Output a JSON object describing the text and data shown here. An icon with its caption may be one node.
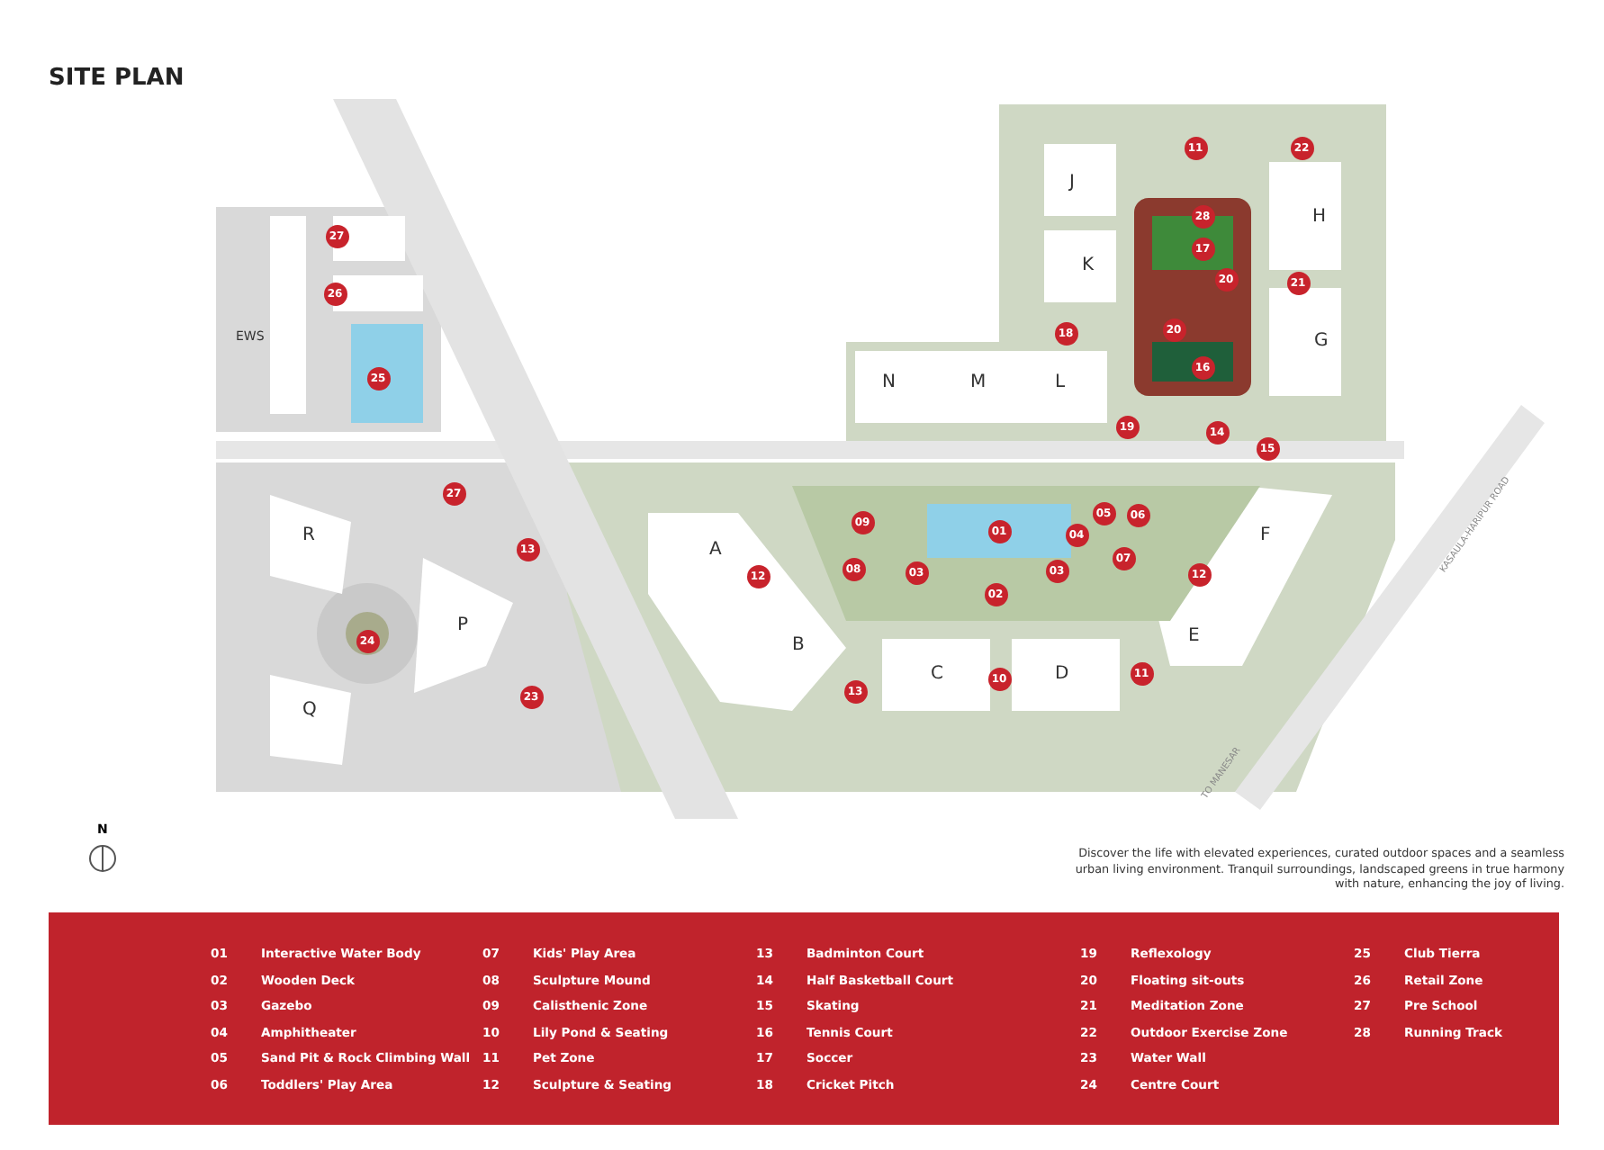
{
  "diagram": {
    "title": "SITE PLAN",
    "labels": [
      "27",
      "11",
      "22",
      "J",
      "28",
      "17",
      "H",
      "26",
      "K",
      "20",
      "21",
      "18",
      "20",
      "EWS",
      "G",
      "25",
      "16",
      "N",
      "M",
      "L",
      "19",
      "14",
      "15",
      "27",
      "05",
      "06",
      "09",
      "01",
      "04",
      "R",
      "A",
      "F",
      "13",
      "08",
      "03",
      "03",
      "07",
      "12",
      "12",
      "02",
      "P",
      "E",
      "24",
      "B",
      "C",
      "D",
      "10",
      "11",
      "13",
      "23",
      "Q",
      "KASAULA-HARIPUR ROAD",
      "TO MANESAR",
      "N",
      "Discover the life with elevated experiences, curated outdoor spaces and a seamless urban living environment. Tranquil surroundings, landscaped greens in true harmony with nature, enhancing the joy of living.",
      "01",
      "Interactive Water Body",
      "07",
      "Kids' Play Area",
      "13",
      "Badminton Court",
      "19",
      "Reflexology",
      "25",
      "Club Tierra",
      "02",
      "Wooden Deck",
      "08",
      "Sculpture Mound",
      "14",
      "Half Basketball Court",
      "20",
      "Floating sit-outs",
      "26",
      "Retail Zone",
      "03",
      "Gazebo",
      "09",
      "Calisthenic Zone",
      "15",
      "Skating",
      "21",
      "Meditation Zone",
      "27",
      "Pre School",
      "04",
      "Amphitheater",
      "10",
      "Lily Pond & Seating",
      "16",
      "Tennis Court",
      "22",
      "Outdoor Exercise Zone",
      "28",
      "Running Track",
      "05",
      "Sand Pit & Rock Climbing Wall",
      "11",
      "Pet Zone",
      "17",
      "Soccer",
      "23",
      "Water Wall",
      "06",
      "Toddlers' Play Area",
      "12",
      "Sculpture & Seating",
      "18",
      "Cricket Pitch",
      "24",
      "Centre Court"
    ]
  }
}
